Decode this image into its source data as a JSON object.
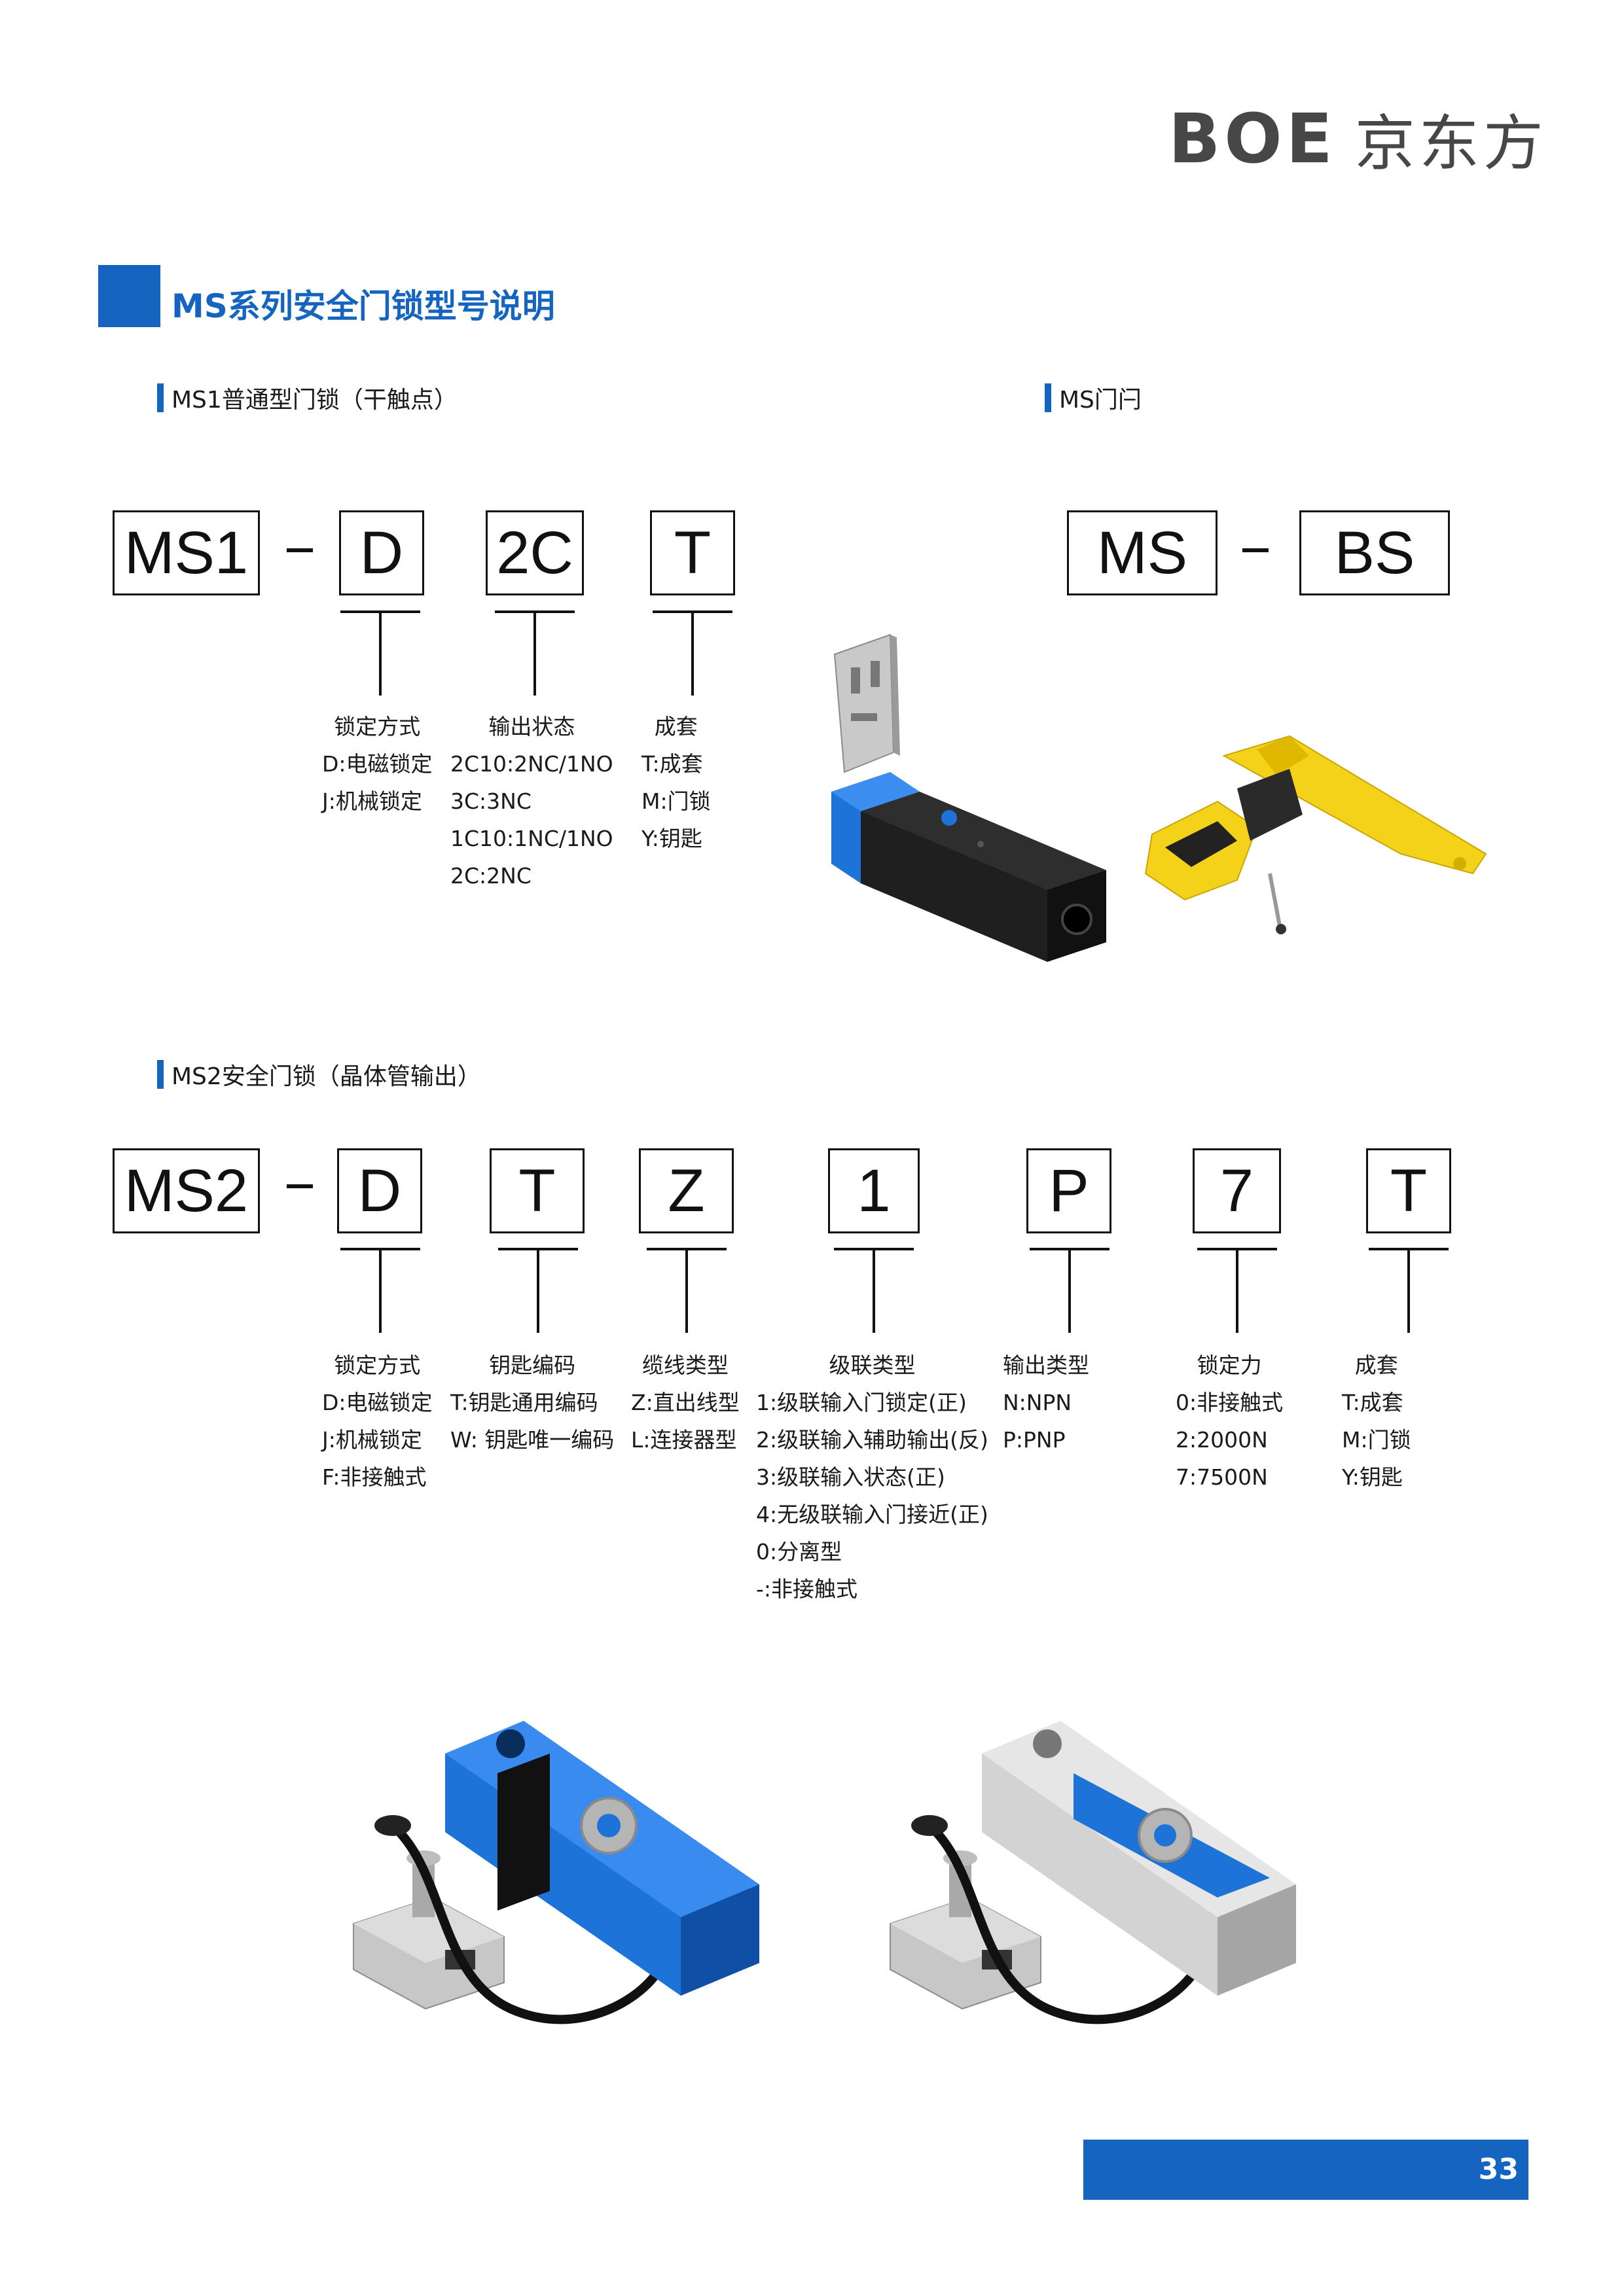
{
  "logo": {
    "en": "BOE",
    "cn": "京东方"
  },
  "section_title": "MS系列安全门锁型号说明",
  "ms1": {
    "subtitle": "MS1普通型门锁（干触点）",
    "codes": [
      "MS1",
      "D",
      "2C",
      "T"
    ],
    "groups": [
      {
        "header": "锁定方式",
        "lines": [
          "D:电磁锁定",
          "J:机械锁定"
        ]
      },
      {
        "header": "输出状态",
        "lines": [
          "2C10:2NC/1NO",
          "3C:3NC",
          "1C10:1NC/1NO",
          "2C:2NC"
        ]
      },
      {
        "header": "成套",
        "lines": [
          "T:成套",
          "M:门锁",
          "Y:钥匙"
        ]
      }
    ]
  },
  "ms_bolt": {
    "subtitle": "MS门闩",
    "codes": [
      "MS",
      "BS"
    ]
  },
  "ms2": {
    "subtitle": "MS2安全门锁（晶体管输出）",
    "codes": [
      "MS2",
      "D",
      "T",
      "Z",
      "1",
      "P",
      "7",
      "T"
    ],
    "groups": [
      {
        "header": "锁定方式",
        "lines": [
          "D:电磁锁定",
          "J:机械锁定",
          "F:非接触式"
        ]
      },
      {
        "header": "钥匙编码",
        "lines": [
          "T:钥匙通用编码",
          "W: 钥匙唯一编码"
        ]
      },
      {
        "header": "缆线类型",
        "lines": [
          "Z:直出线型",
          "L:连接器型"
        ]
      },
      {
        "header": "级联类型",
        "lines": [
          "1:级联输入门锁定(正)",
          "2:级联输入辅助输出(反)",
          "3:级联输入状态(正)",
          "4:无级联输入门接近(正)",
          "0:分离型",
          "-:非接触式"
        ]
      },
      {
        "header": "输出类型",
        "lines": [
          "N:NPN",
          "P:PNP"
        ]
      },
      {
        "header": "锁定力",
        "lines": [
          "0:非接触式",
          "2:2000N",
          "7:7500N"
        ]
      },
      {
        "header": "成套",
        "lines": [
          "T:成套",
          "M:门锁",
          "Y:钥匙"
        ]
      }
    ]
  },
  "colors": {
    "accent": "#1565c0",
    "product_blue": "#1e73d8",
    "product_yellow": "#f5d21a"
  },
  "page_number": "33"
}
